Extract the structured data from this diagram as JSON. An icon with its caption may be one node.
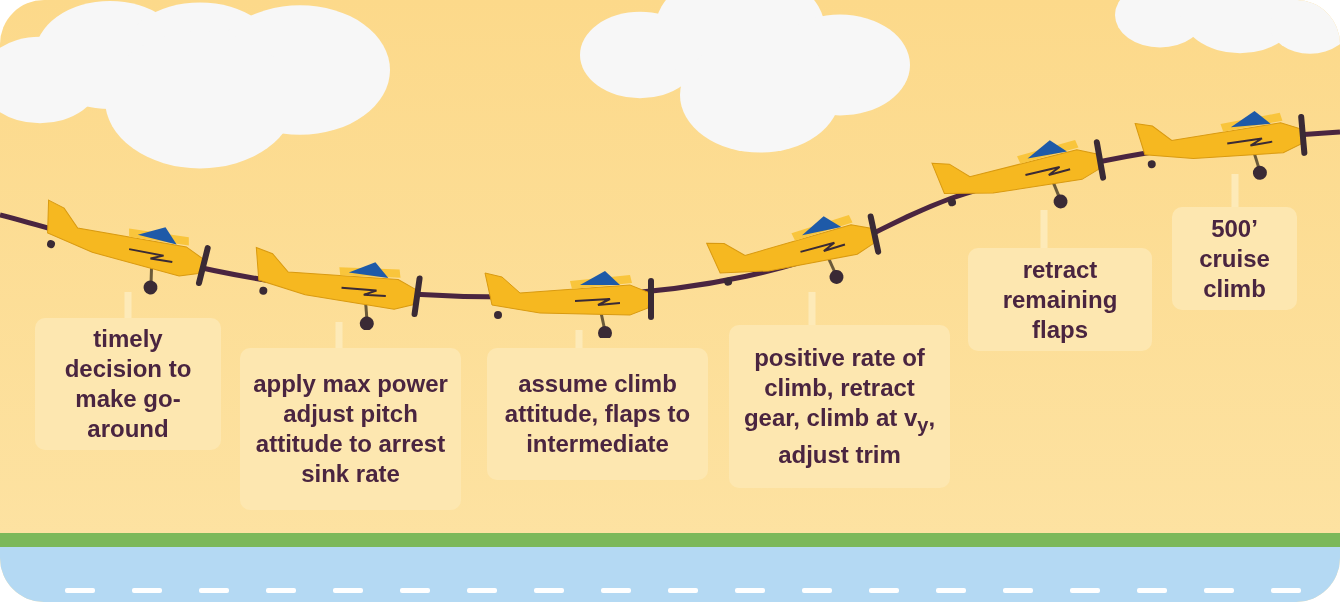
{
  "diagram": {
    "nodes": [
      {
        "text": [],
        "shape": "picture"
      },
      {
        "text": [
          "timely decision to make go-around"
        ]
      },
      {
        "text": [],
        "shape": "picture"
      },
      {
        "text": [
          "apply max power adjust pitch attitude to arrest sink rate"
        ]
      },
      {
        "text": [],
        "shape": "picture"
      },
      {
        "text": [
          "assume climb attitude, flaps to intermediate"
        ]
      },
      {
        "text": [],
        "shape": "picture"
      },
      {
        "text": [
          "positive rate of climb, retract gear, climb at v$_{y}$, adjust trim"
        ]
      },
      {
        "text": [],
        "shape": "picture"
      },
      {
        "text": [
          "retract remaining flaps"
        ]
      },
      {
        "text": [],
        "shape": "picture"
      },
      {
        "text": [
          "500’ cruise climb"
        ]
      }
    ],
    "edges": [
      {
        "from": 0,
        "to": 1,
        "arrow": "none"
      },
      {
        "from": 2,
        "to": 3,
        "arrow": "none"
      },
      {
        "from": 4,
        "to": 5,
        "arrow": "none"
      },
      {
        "from": 6,
        "to": 7,
        "arrow": "none"
      },
      {
        "from": 8,
        "to": 9,
        "arrow": "none"
      },
      {
        "from": 10,
        "to": 11,
        "arrow": "none"
      }
    ]
  }
}
